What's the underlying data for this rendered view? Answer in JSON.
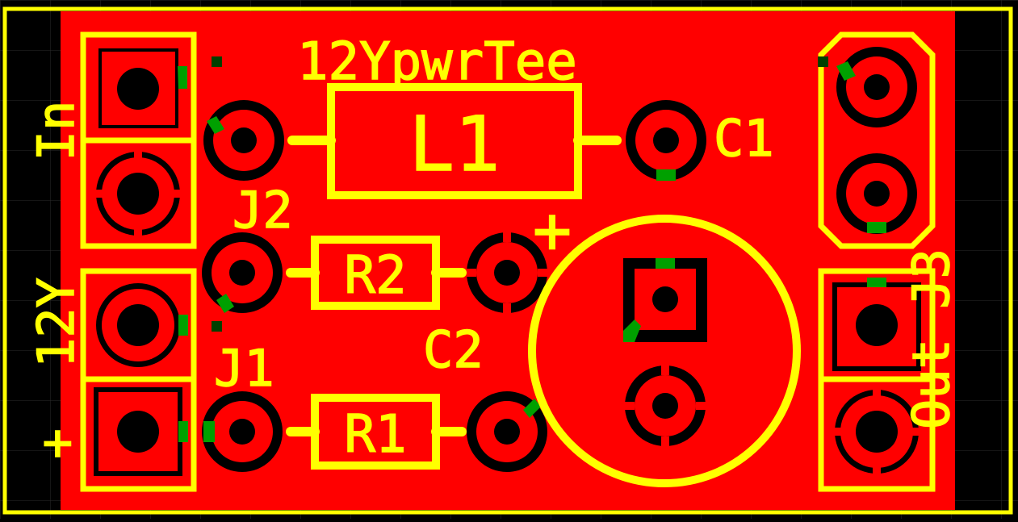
{
  "colors": {
    "background": "#000000",
    "copper": "#ff0000",
    "silkscreen": "#ffff00",
    "trace_highlight": "#00a000",
    "marker": "#004000",
    "grid": "#1e1e1e"
  },
  "labels": {
    "board_title": "12YpwrTee",
    "inductor": "L1",
    "cap_c1": "C1",
    "cap_c2": "C2",
    "res_r1": "R1",
    "res_r2": "R2",
    "jumper_j1": "J1",
    "jumper_j2": "J2",
    "conn_in": "In",
    "conn_12v": "12Y",
    "plus_left": "+",
    "plus_cap": "+",
    "conn_out": "Out J3"
  }
}
